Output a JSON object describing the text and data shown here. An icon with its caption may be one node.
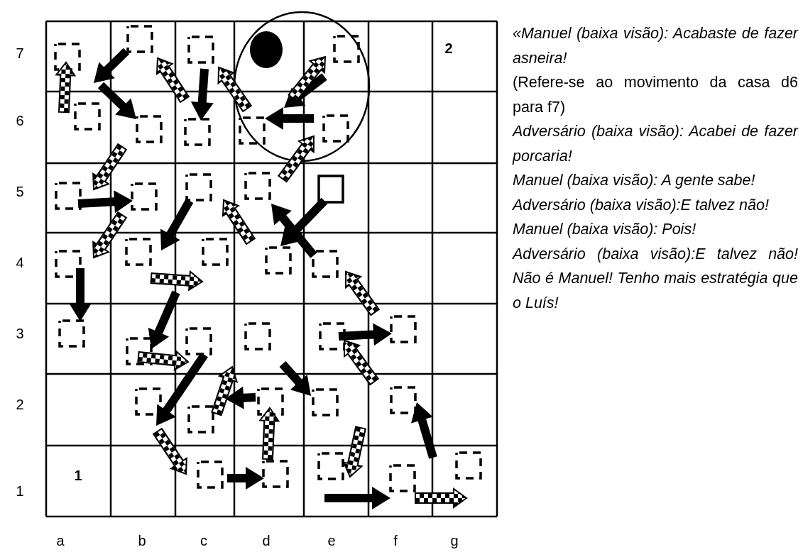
{
  "diagram": {
    "labels": [
      "7",
      "6",
      "5",
      "4",
      "3",
      "2",
      "1",
      "a",
      "b",
      "c",
      "d",
      "e",
      "f",
      "g",
      "2",
      "1",
      "«Manuel (baixa visão): Acabaste de fazer asneira!",
      "(Refere-se ao movimento da casa d6 para f7)",
      "Adversário (baixa visão): Acabei de fazer porcaria!",
      "Manuel (baixa visão): A gente sabe!",
      "Adversário (baixa visão):E talvez não!",
      "Manuel (baixa visão): Pois!",
      "Adversário (baixa visão):E talvez não! Não é Manuel! Tenho mais estratégia que o Luís!"
    ]
  }
}
